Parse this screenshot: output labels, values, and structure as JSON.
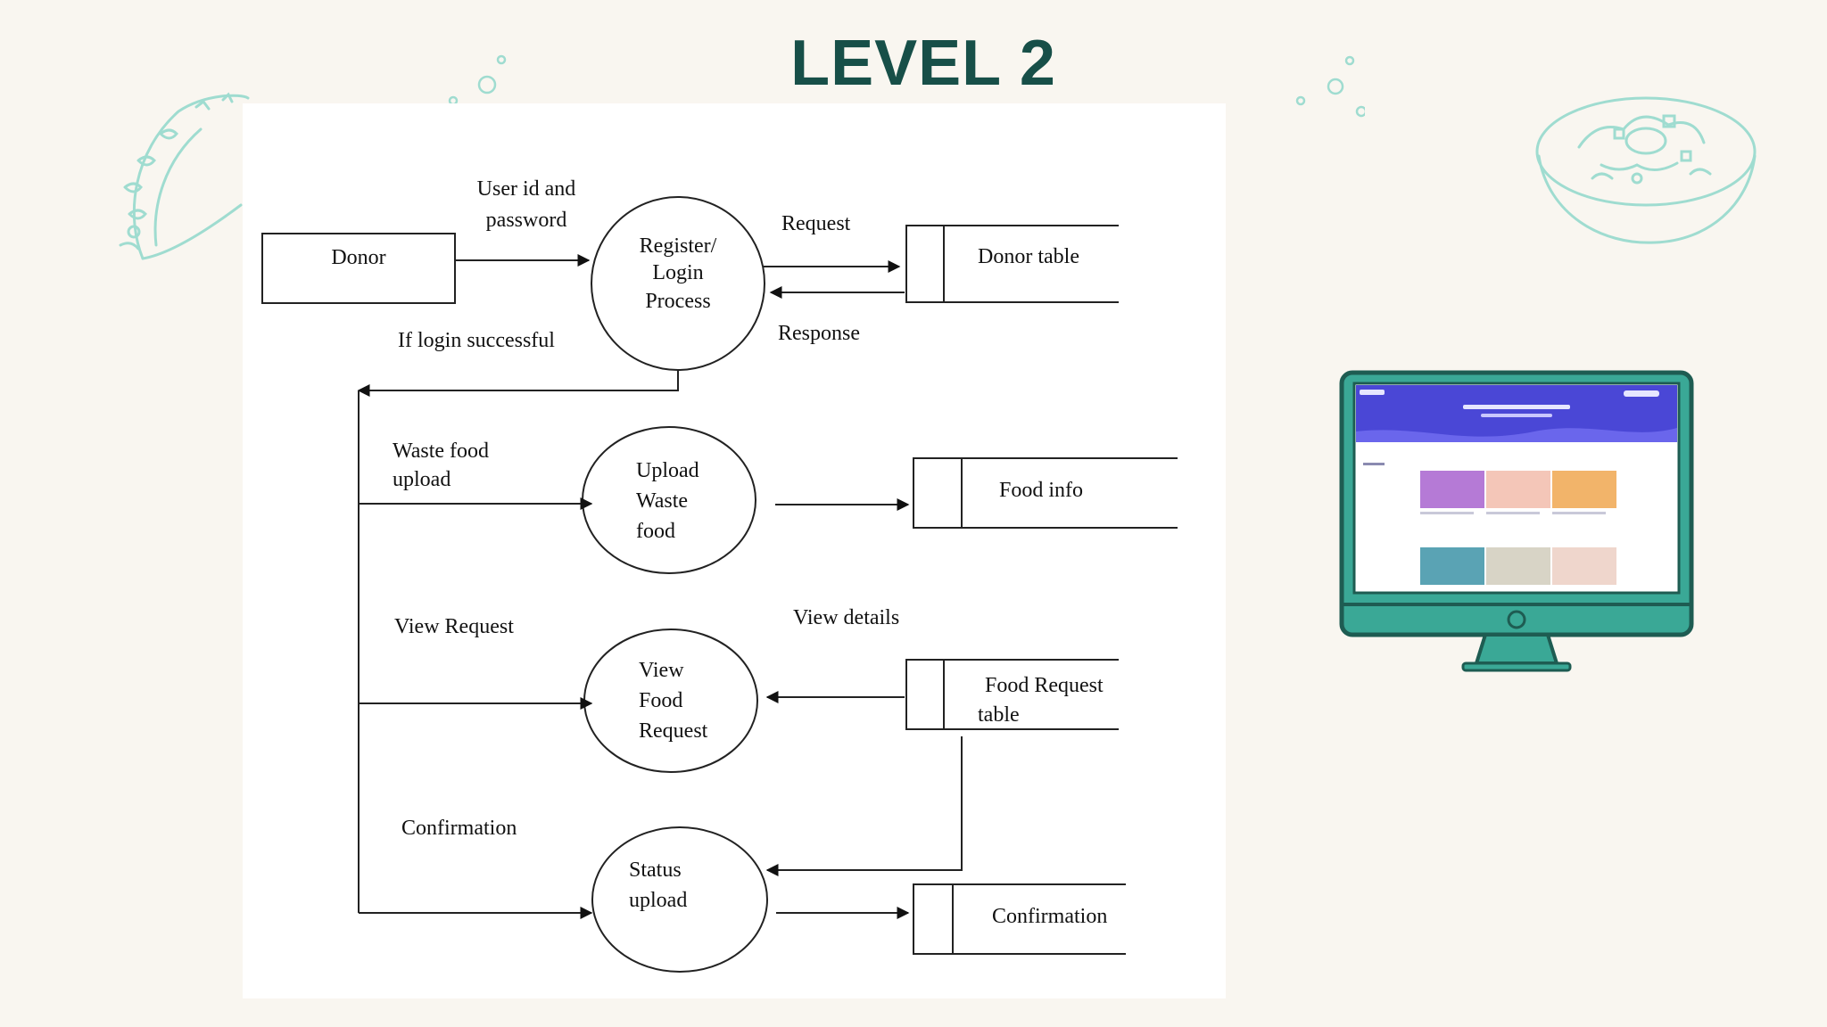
{
  "slide": {
    "title": "LEVEL 2"
  },
  "colors": {
    "title": "#174f48",
    "teal": "#3aa896",
    "deco": "#9fdcd0",
    "background": "#f9f6f0"
  },
  "icons": [
    "taco-icon",
    "bowl-icon",
    "bubble-icon",
    "monitor-icon"
  ],
  "diagram": {
    "entity": "Donor",
    "processes": {
      "p1": [
        "Register/",
        "Login",
        "Process"
      ],
      "p2": [
        "Upload",
        "Waste",
        "food"
      ],
      "p3": [
        "View",
        "Food",
        "Request"
      ],
      "p4": [
        "Status",
        "upload"
      ]
    },
    "stores": {
      "s1": "Donor table",
      "s2": "Food info",
      "s3": [
        "Food Request",
        "table"
      ],
      "s4": "Confirmation"
    },
    "flows": {
      "credentials": [
        "User id and",
        "password"
      ],
      "request": "Request",
      "response": "Response",
      "login_success": "If login successful",
      "waste_upload": [
        "Waste food",
        "upload"
      ],
      "view_request": "View Request",
      "view_details": "View details",
      "confirmation": "Confirmation"
    }
  }
}
